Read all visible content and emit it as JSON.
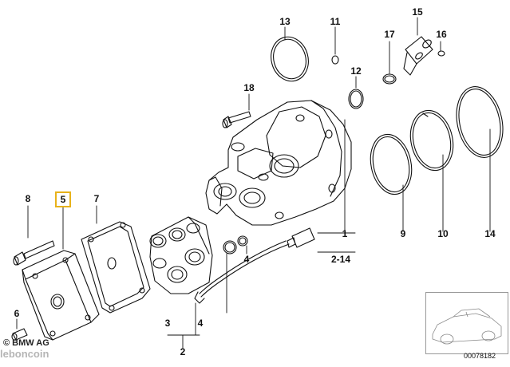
{
  "diagram": {
    "callouts": {
      "c1": "1",
      "c2": "2",
      "c2_14": "2-14",
      "c3": "3",
      "c4": "4",
      "c5": "5",
      "c6": "6",
      "c7": "7",
      "c8": "8",
      "c9": "9",
      "c10": "10",
      "c11": "11",
      "c12": "12",
      "c13": "13",
      "c14": "14",
      "c15": "15",
      "c16": "16",
      "c17": "17",
      "c18": "18"
    },
    "highlighted_callout": "5",
    "highlight_color": "#e8b21a",
    "watermark": "© BMW AG",
    "site_watermark": "leboncoin",
    "document_number": "00078182"
  }
}
